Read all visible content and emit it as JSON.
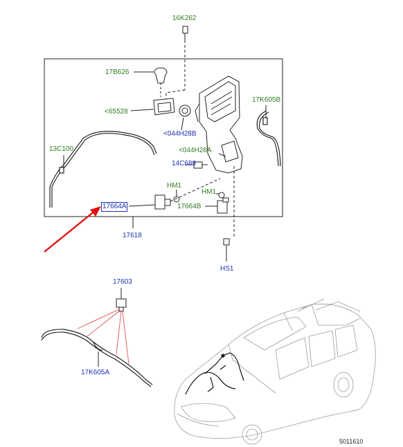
{
  "colors": {
    "green_label": "#2e7d1e",
    "blue_label": "#1a2fb5",
    "pointer_arrow": "#e01010",
    "leader_red": "#d94040",
    "line": "#222222"
  },
  "labels": {
    "l16K262": "16K262",
    "l17B626": "17B626",
    "l65528": "<65528",
    "l044H28B": "<044H28B",
    "l17K605B": "17K605B",
    "l13C100": "13C100",
    "l044H28A": "<044H28A",
    "l14C689": "14C689",
    "lHM1a": "HM1",
    "lHM1b": "HM1",
    "l17664A": "17664A",
    "l17664B": "17664B",
    "l17618": "17618",
    "lHS1": "HS1",
    "l17603": "17603",
    "l17K605A": "17K605A",
    "ref": "5011610"
  },
  "icons": {
    "pointer": "red-arrow-icon",
    "vehicle": "suv-illustration"
  }
}
